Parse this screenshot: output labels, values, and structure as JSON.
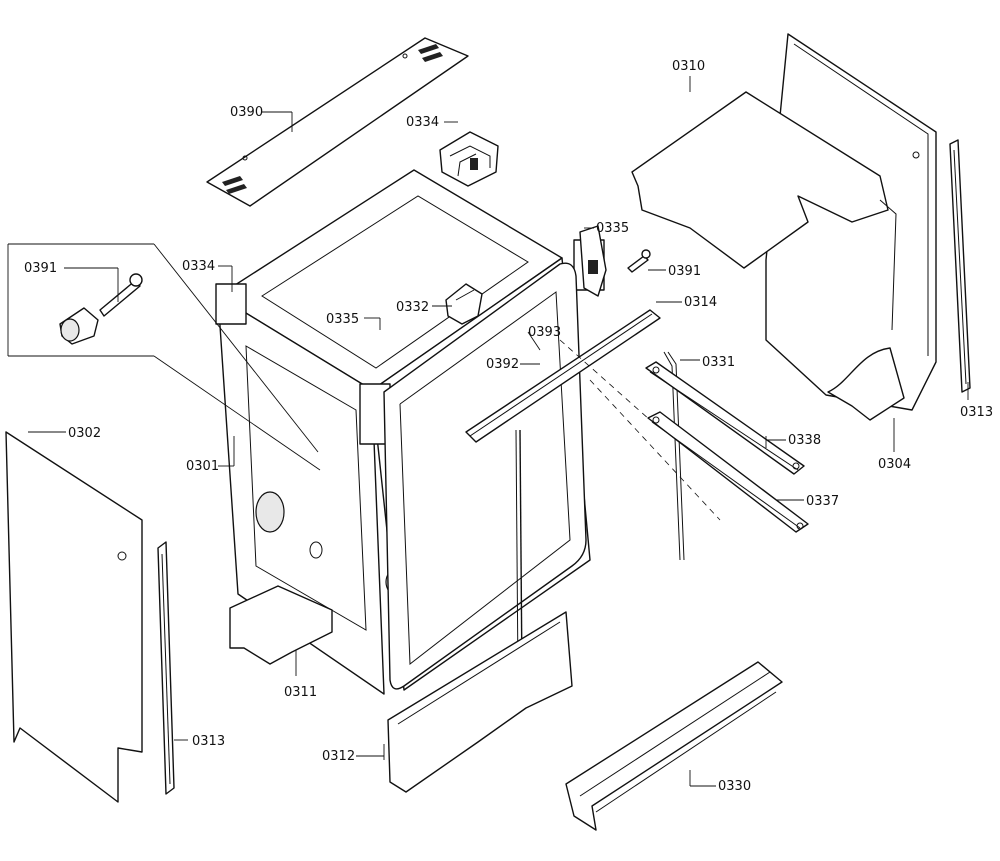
{
  "labels": {
    "p0390": "0390",
    "p0334_top": "0334",
    "p0310": "0310",
    "p0391_left": "0391",
    "p0334_left": "0334",
    "p0335_top": "0335",
    "p0391_right": "0391",
    "p0332": "0332",
    "p0335_mid": "0335",
    "p0314": "0314",
    "p0393": "0393",
    "p0392": "0392",
    "p0331": "0331",
    "p0302": "0302",
    "p0301": "0301",
    "p0338": "0338",
    "p0304": "0304",
    "p0313_right": "0313",
    "p0337": "0337",
    "p0311": "0311",
    "p0313_left": "0313",
    "p0312": "0312",
    "p0330": "0330"
  }
}
